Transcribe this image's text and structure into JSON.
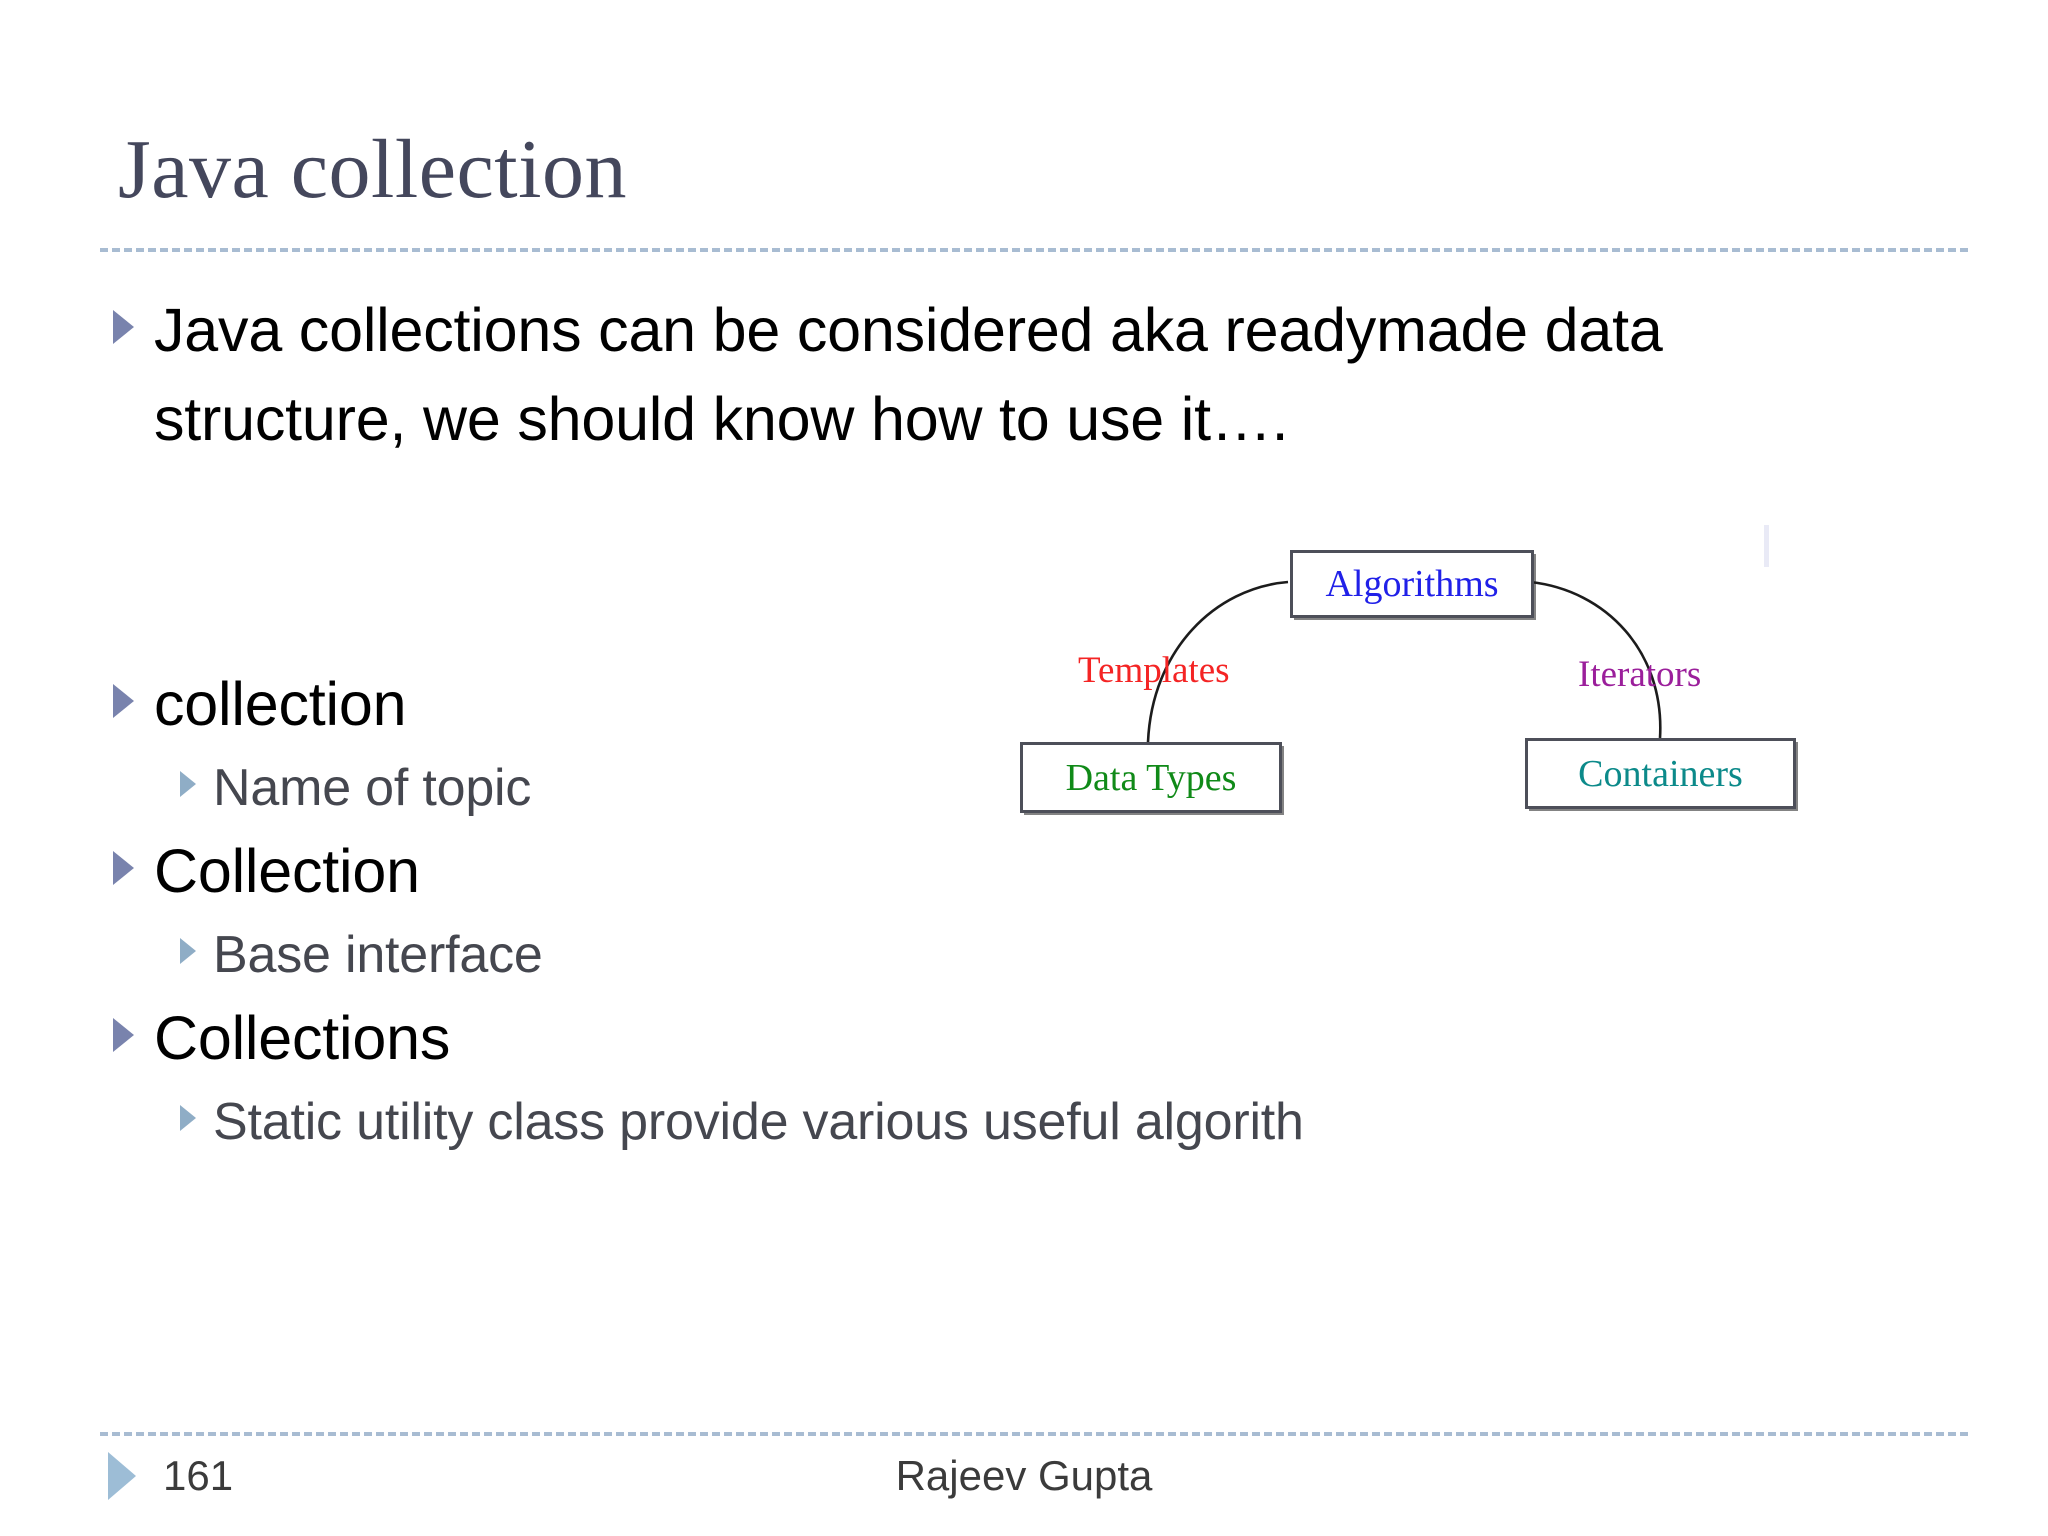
{
  "slide": {
    "title": "Java collection",
    "background_color": "#ffffff",
    "title_color": "#44475c",
    "rule_color": "#a8bcd2"
  },
  "body": {
    "bullets": [
      {
        "level": 1,
        "text": "Java collections can be considered aka readymade data structure, we should know how to use it….",
        "marker": "triangle-bullet-icon",
        "marker_color": "#7983ad",
        "text_color": "#000000"
      },
      {
        "level": 1,
        "text": "collection",
        "marker": "triangle-bullet-icon",
        "marker_color": "#7983ad",
        "text_color": "#000000"
      },
      {
        "level": 2,
        "text": "Name of topic",
        "marker": "triangle-subbullet-icon",
        "marker_color": "#8fadc6",
        "text_color": "#45474f"
      },
      {
        "level": 1,
        "text": "Collection",
        "marker": "triangle-bullet-icon",
        "marker_color": "#7983ad",
        "text_color": "#000000"
      },
      {
        "level": 2,
        "text": "Base interface",
        "marker": "triangle-subbullet-icon",
        "marker_color": "#8fadc6",
        "text_color": "#45474f"
      },
      {
        "level": 1,
        "text": "Collections",
        "marker": "triangle-bullet-icon",
        "marker_color": "#7983ad",
        "text_color": "#000000"
      },
      {
        "level": 2,
        "text": "Static utility class provide various useful algorith",
        "marker": "triangle-subbullet-icon",
        "marker_color": "#8fadc6",
        "text_color": "#45474f"
      }
    ]
  },
  "diagram": {
    "type": "node-link",
    "description": "STL style diagram: Algorithms connected by arcs to Data Types via Templates and to Containers via Iterators",
    "boxes": [
      {
        "id": "algorithms",
        "label": "Algorithms",
        "text_color": "#2020e8",
        "border_color": "#4d4f59"
      },
      {
        "id": "data_types",
        "label": "Data Types",
        "text_color": "#108a18",
        "border_color": "#4d4f59"
      },
      {
        "id": "containers",
        "label": "Containers",
        "text_color": "#0c8a8a",
        "border_color": "#4d4f59"
      }
    ],
    "edge_labels": [
      {
        "id": "templates",
        "label": "Templates",
        "text_color": "#f42424",
        "connects": "algorithms-data_types"
      },
      {
        "id": "iterators",
        "label": "Iterators",
        "text_color": "#9b1f9b",
        "connects": "algorithms-containers"
      }
    ]
  },
  "footer": {
    "page_number": "161",
    "author": "Rajeev Gupta",
    "marker": "triangle-footer-icon",
    "marker_color": "#9dbdd6"
  }
}
